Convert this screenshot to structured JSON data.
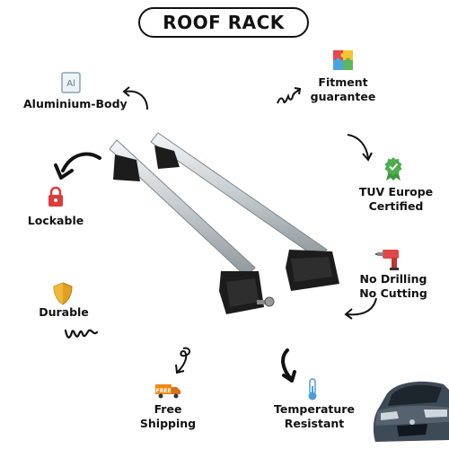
{
  "title": "ROOF RACK",
  "features": {
    "aluminium": {
      "label": "Aluminium-Body",
      "icon": "aluminium-element-icon",
      "icon_text": "Al"
    },
    "fitment": {
      "label_line1": "Fitment",
      "label_line2": "guarantee",
      "icon": "puzzle-icon"
    },
    "lockable": {
      "label": "Lockable",
      "icon": "lock-icon"
    },
    "tuv": {
      "label_line1": "TUV Europe",
      "label_line2": "Certified",
      "icon": "certified-badge-icon"
    },
    "drilling": {
      "label_line1": "No Drilling",
      "label_line2": "No Cutting",
      "icon": "drill-icon"
    },
    "durable": {
      "label": "Durable",
      "icon": "shield-icon"
    },
    "shipping": {
      "label_line1": "Free",
      "label_line2": "Shipping",
      "icon": "delivery-truck-icon",
      "icon_text": "FREE"
    },
    "temperature": {
      "label_line1": "Temperature",
      "label_line2": "Resistant",
      "icon": "thermometer-icon"
    }
  },
  "colors": {
    "lock": "#e03a3a",
    "drill": "#e04848",
    "shield": "#e0a020",
    "truck": "#f08a18",
    "badge": "#4cae4c",
    "thermometer": "#4a9fd8"
  }
}
